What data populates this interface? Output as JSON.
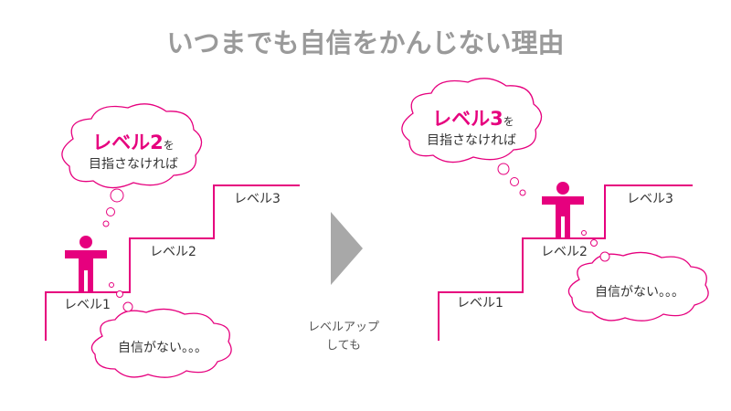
{
  "title": "いつまでも自信をかんじない理由",
  "left": {
    "levels": [
      "レベル1",
      "レベル2",
      "レベル3"
    ],
    "goal_bubble": {
      "strong": "レベル2",
      "suffix": "を",
      "line2": "目指さなければ"
    },
    "doubt_bubble": "自信がない。。。"
  },
  "right": {
    "levels": [
      "レベル1",
      "レベル2",
      "レベル3"
    ],
    "goal_bubble": {
      "strong": "レベル3",
      "suffix": "を",
      "line2": "目指さなければ"
    },
    "doubt_bubble": "自信がない。。。"
  },
  "middle": {
    "line1": "レベルアップ",
    "line2": "しても"
  },
  "colors": {
    "accent": "#e6007e",
    "title": "#9a9a9a",
    "arrow": "#a8a8a8",
    "bubble_stroke": "#e6007e",
    "text": "#333333"
  }
}
